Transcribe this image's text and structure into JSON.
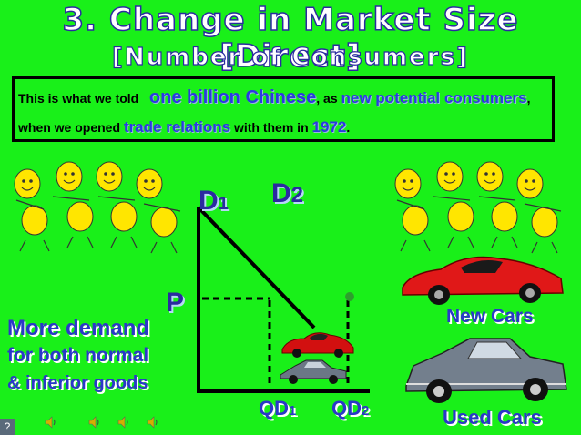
{
  "slide": {
    "title": "3. Change in Market Size [Direct]",
    "subtitle": "[Number of Consumers]"
  },
  "textbox": {
    "p1": "This is what we told",
    "h1": "one billion Chinese",
    "p2": ", as",
    "h2": "new potential consumers",
    "p3": ", when we opened",
    "h3": "trade relations",
    "p4": "with them in",
    "h4": "1972",
    "p5": "."
  },
  "graph": {
    "d1_main": "D",
    "d1_sub": "1",
    "d2_main": "D",
    "d2_sub": "2",
    "p_label": "P",
    "qd1_main": "QD",
    "qd1_sub": "1",
    "qd2_main": "QD",
    "qd2_sub": "2"
  },
  "labels": {
    "more_line1": "More demand",
    "more_line2": "for both normal",
    "more_line3": "& inferior goods",
    "new_cars": "New Cars",
    "used_cars": "Used Cars"
  },
  "corner_badge": "?",
  "icons": [
    "smiley-group-icon",
    "red-sports-car-icon",
    "vintage-car-icon",
    "speaker-icon"
  ]
}
